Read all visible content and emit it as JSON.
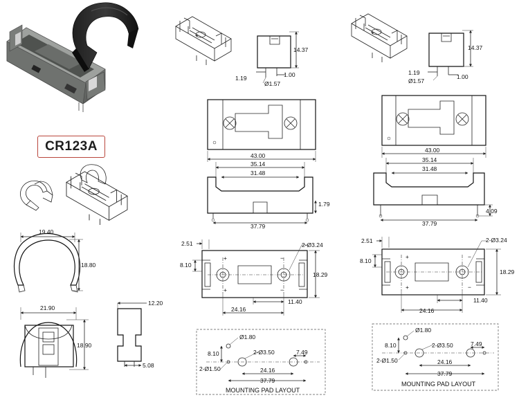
{
  "model_label": "CR123A",
  "clip_dims": {
    "width": "19.40",
    "height": "18.80"
  },
  "assembly_front_dims": {
    "width": "21.90",
    "height": "18.90"
  },
  "assembly_side_dims": {
    "top": "12.20",
    "bottom": "5.08"
  },
  "variant_a": {
    "side": {
      "height": "14.37",
      "pin_offset": "1.19",
      "pin_pitch": "1.00",
      "pin_dia": "Ø1.57"
    },
    "top_length": "43.00",
    "front": {
      "outer": "35.14",
      "inner": "31.48",
      "pin_span": "37.79",
      "pin_height": "1.79"
    },
    "bottom": {
      "edge": "2.51",
      "offset": "8.10",
      "hole": "2-Ø3.24",
      "width": "18.29",
      "spacing": "11.40",
      "hole_span": "24.16"
    },
    "pads": {
      "small_hole": "Ø1.80",
      "offset": "8.10",
      "pad_hole": "2-Ø3.50",
      "pad_edge": "7.49",
      "pin_hole": "2-Ø1.50",
      "pad_span": "24.16",
      "total": "37.79",
      "caption": "MOUNTING PAD LAYOUT"
    }
  },
  "variant_b": {
    "side": {
      "height": "14.37",
      "pin_offset": "1.19",
      "pin_pitch": "1.00",
      "pin_dia": "Ø1.57"
    },
    "top_length": "43.00",
    "front": {
      "outer": "35.14",
      "inner": "31.48",
      "pin_span": "37.79",
      "pin_height": "4.09"
    },
    "bottom": {
      "edge": "2.51",
      "offset": "8.10",
      "hole": "2-Ø3.24",
      "width": "18.29",
      "spacing": "11.40",
      "hole_span": "24.16"
    },
    "pads": {
      "small_hole": "Ø1.80",
      "offset": "8.10",
      "pad_hole": "2-Ø3.50",
      "pad_edge": "7.49",
      "pin_hole": "2-Ø1.50",
      "pad_span": "24.16",
      "total": "37.79",
      "caption": "MOUNTING PAD LAYOUT"
    }
  }
}
